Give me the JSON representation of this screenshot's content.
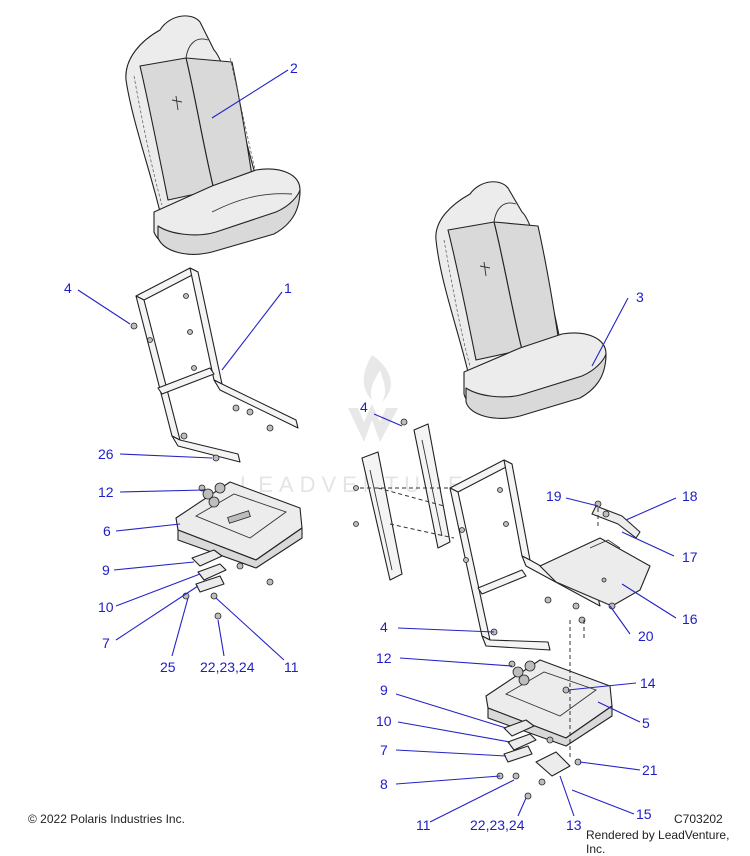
{
  "watermark": "LEADVENTURE",
  "footer": {
    "copyright": "© 2022 Polaris Industries Inc.",
    "diagram_code": "C703202",
    "rendered_by": "Rendered by LeadVenture, Inc."
  },
  "callouts": {
    "c1": "1",
    "c2": "2",
    "c3": "3",
    "c4a": "4",
    "c4b": "4",
    "c4c": "4",
    "c5": "5",
    "c6": "6",
    "c7a": "7",
    "c7b": "7",
    "c8": "8",
    "c9a": "9",
    "c9b": "9",
    "c10a": "10",
    "c10b": "10",
    "c11a": "11",
    "c11b": "11",
    "c12a": "12",
    "c12b": "12",
    "c13": "13",
    "c14": "14",
    "c15": "15",
    "c16": "16",
    "c17": "17",
    "c18": "18",
    "c19": "19",
    "c20": "20",
    "c21": "21",
    "c22a": "22,23,24",
    "c22b": "22,23,24",
    "c25": "25",
    "c26": "26"
  }
}
